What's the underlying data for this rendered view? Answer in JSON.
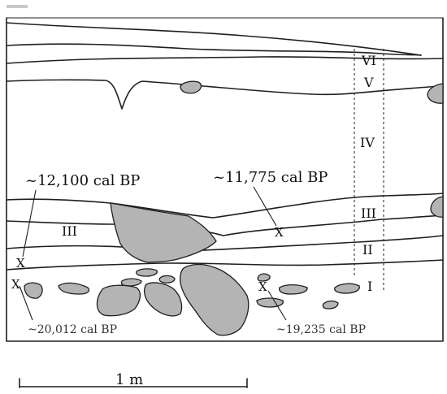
{
  "layers": {
    "vi": "VI",
    "v": "V",
    "iv": "IV",
    "iii_right": "III",
    "iii_left": "III",
    "ii": "II",
    "i": "I"
  },
  "dates": {
    "upper_left": "~12,100 cal BP",
    "upper_right": "~11,775 cal BP",
    "lower_left": "~20,012 cal BP",
    "lower_right": "~19,235 cal BP"
  },
  "sample_marker": "X",
  "scale": {
    "label": "1 m"
  },
  "colors": {
    "rock_fill": "#b4b4b4",
    "line": "#1f1f1f"
  }
}
